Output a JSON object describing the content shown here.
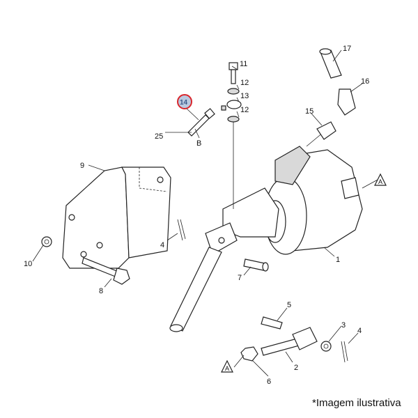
{
  "diagram": {
    "highlighted_callout": "14",
    "highlight_color": "#d9262c",
    "highlight_fill": "#b9c9e0",
    "callouts": {
      "p17": "17",
      "p11": "11",
      "p12a": "12",
      "p13": "13",
      "p14": "14",
      "p12b": "12",
      "p16": "16",
      "p15": "15",
      "p25": "25",
      "pB": "B",
      "p9": "9",
      "pA1": "A",
      "p4a": "4",
      "p1": "1",
      "p10": "10",
      "p7": "7",
      "p8": "8",
      "p5": "5",
      "p3": "3",
      "p4b": "4",
      "pA2": "A",
      "p2": "2",
      "p6": "6"
    }
  },
  "note": "*Imagem ilustrativa"
}
